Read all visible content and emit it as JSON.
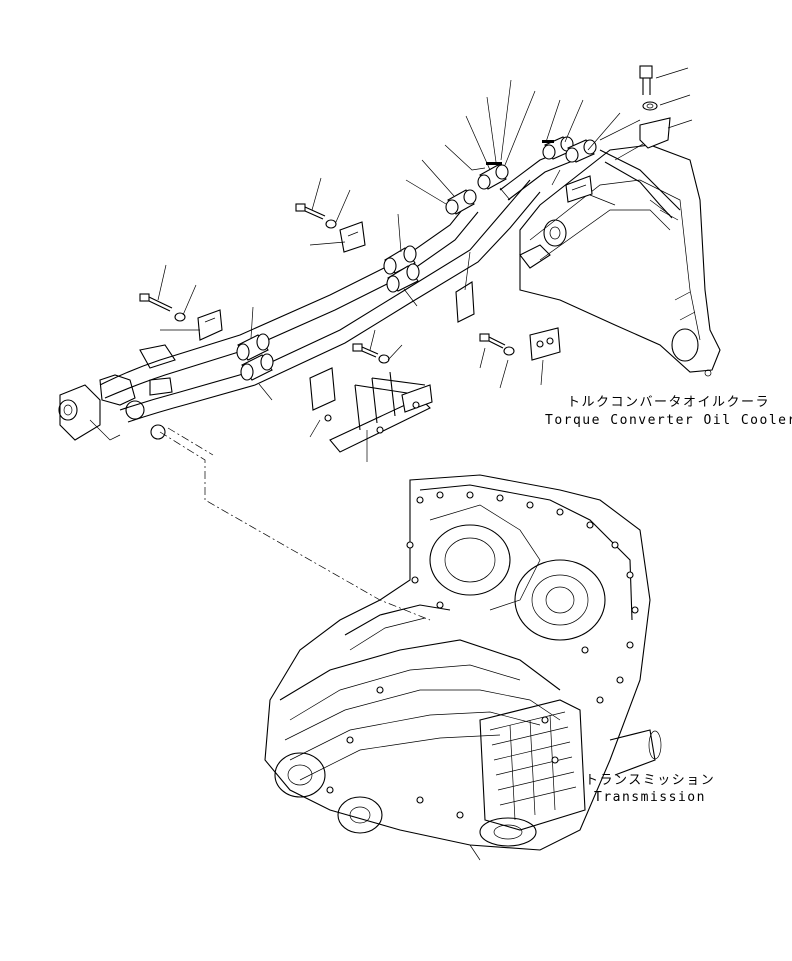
{
  "labels": {
    "cooler_jp": "トルクコンバータオイルクーラ",
    "cooler_en": "Torque Converter Oil Cooler",
    "transmission_jp": "トランスミッション",
    "transmission_en": "Transmission"
  },
  "icons": [
    "bolt-icon",
    "washer-icon",
    "clamp-icon",
    "hose-icon",
    "bracket-icon"
  ]
}
